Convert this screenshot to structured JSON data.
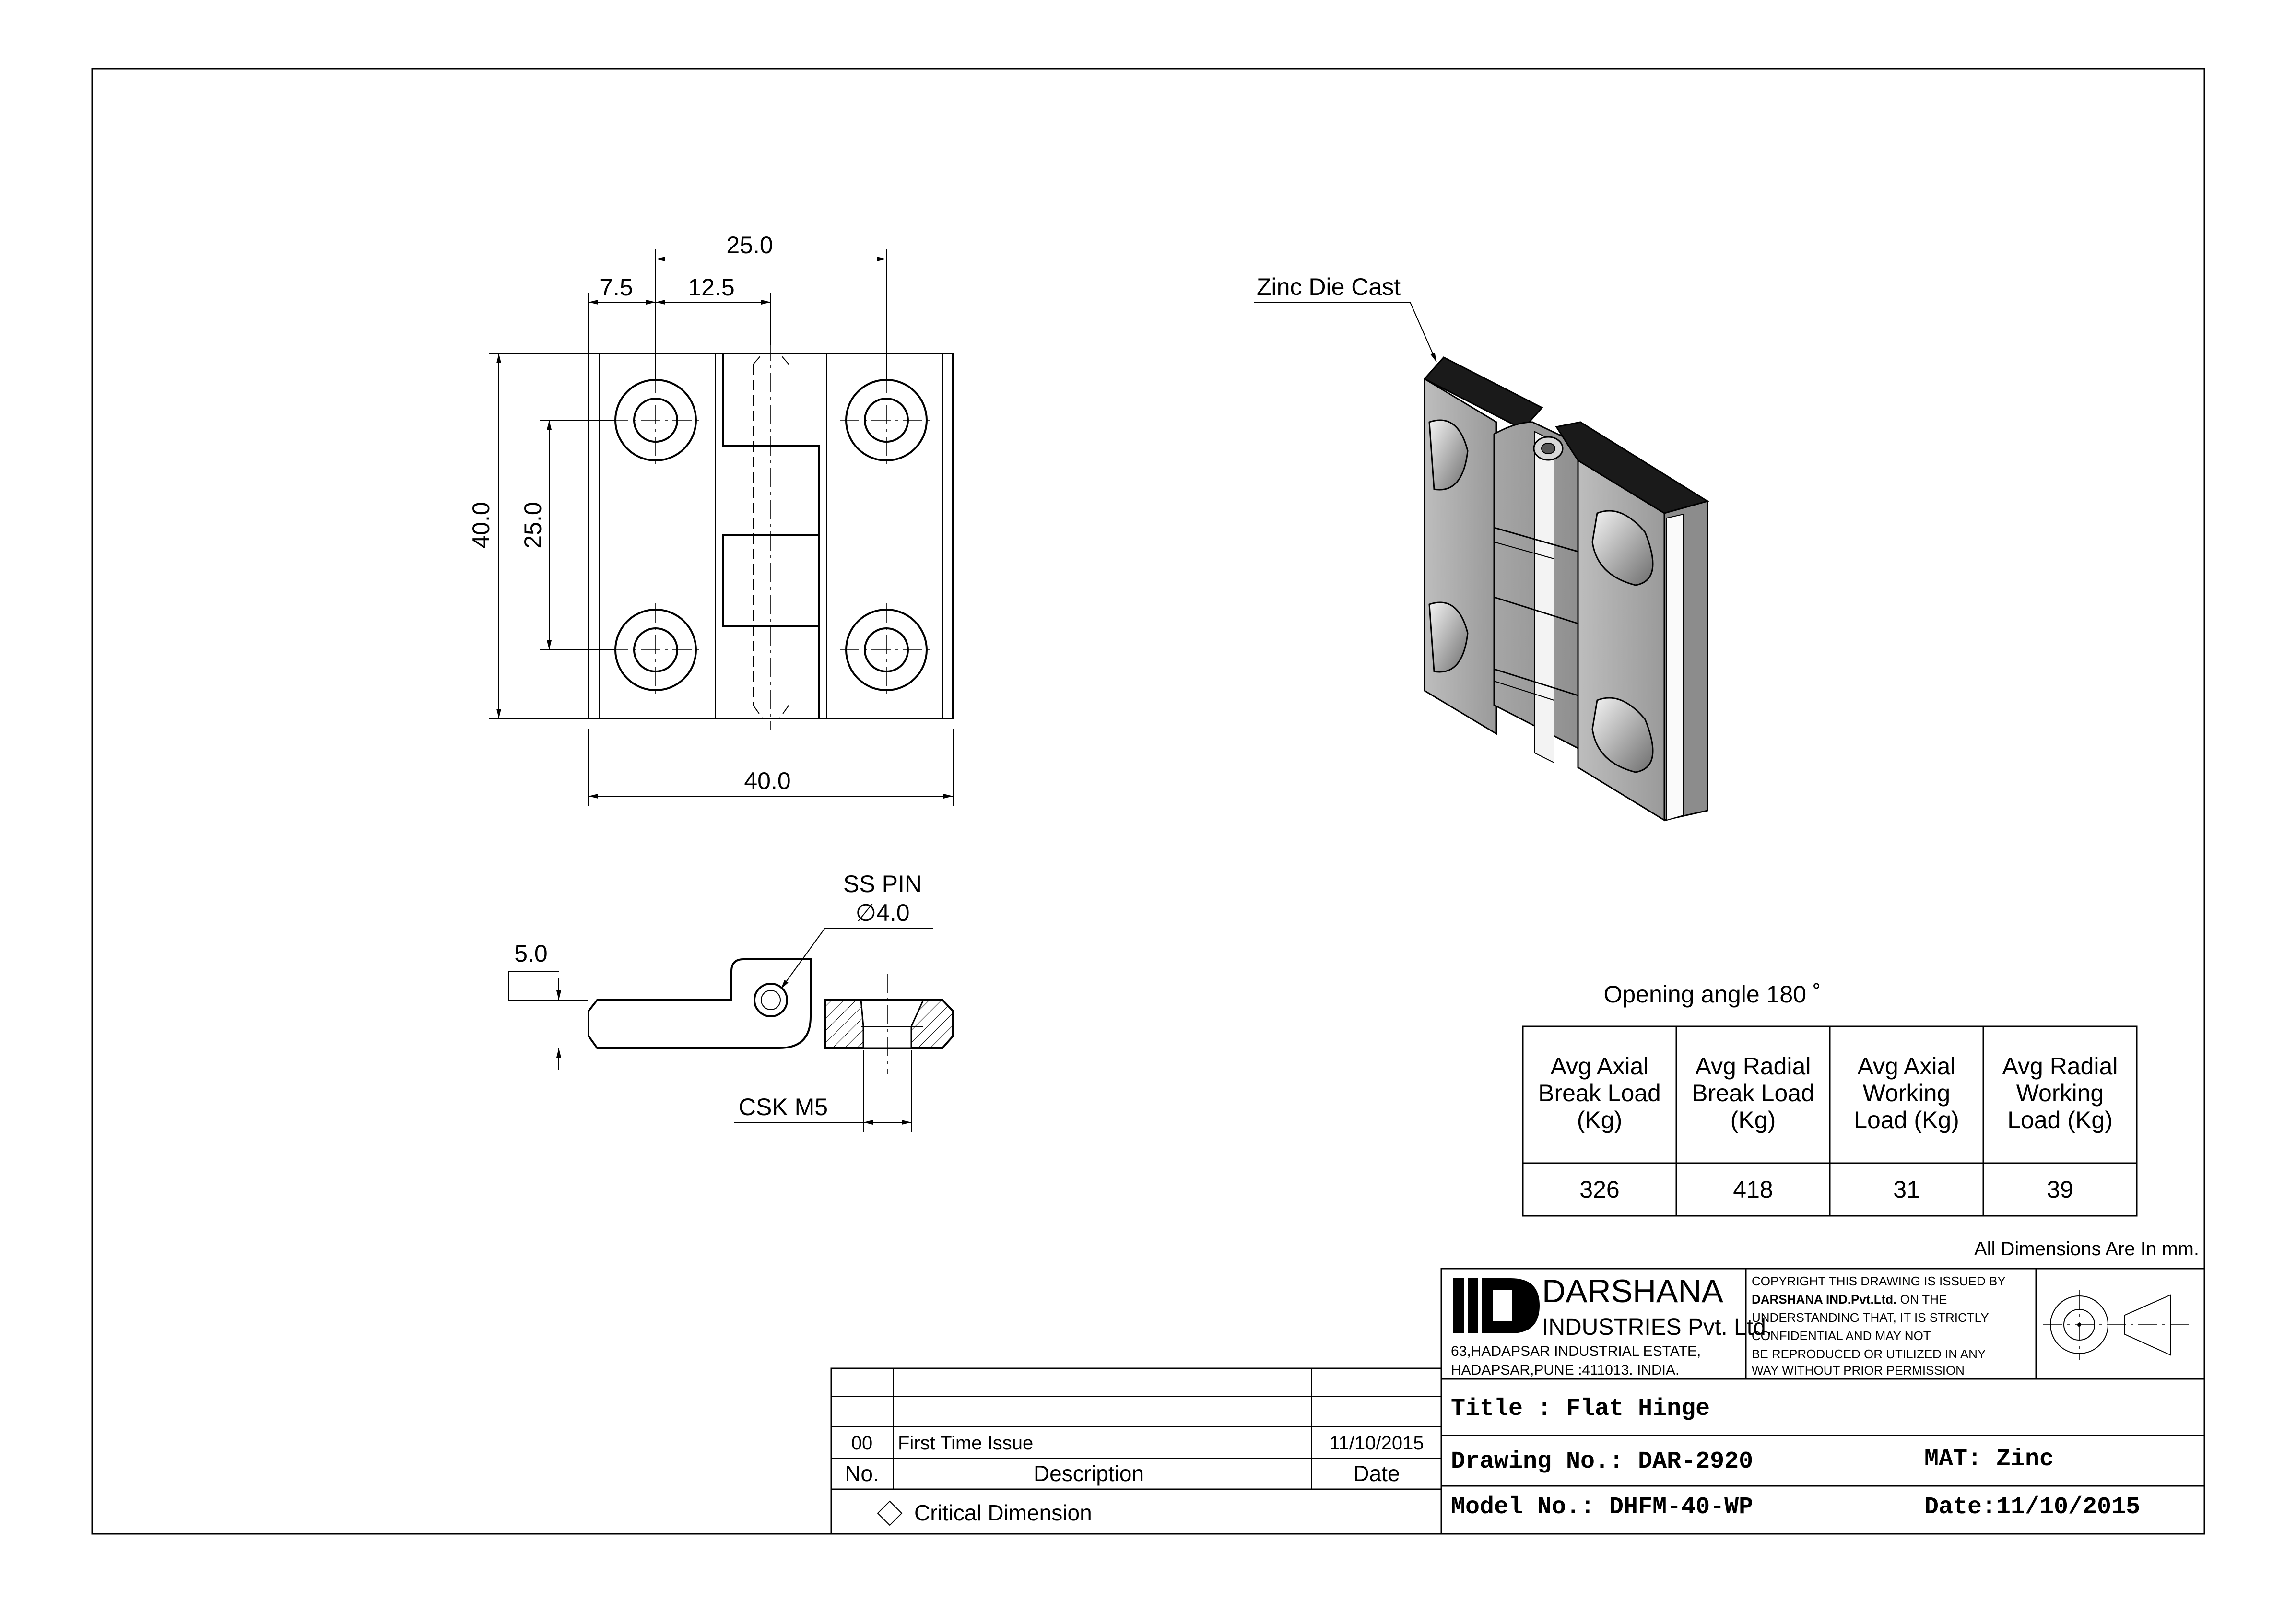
{
  "front_view": {
    "dim_top": "25.0",
    "dim_left_offset": "7.5",
    "dim_pitch": "12.5",
    "dim_height": "40.0",
    "dim_hole_spacing": "25.0",
    "dim_width": "40.0"
  },
  "side_view": {
    "pin_label": "SS PIN",
    "pin_dia": "∅4.0",
    "thickness": "5.0",
    "csk_label": "CSK M5"
  },
  "iso_view": {
    "material_callout": "Zinc Die Cast"
  },
  "load_table": {
    "caption": "Opening angle 180 ˚",
    "headers": [
      [
        "Avg Axial",
        "Break Load",
        "(Kg)"
      ],
      [
        "Avg Radial",
        "Break Load",
        "(Kg)"
      ],
      [
        "Avg Axial",
        "Working",
        "Load (Kg)"
      ],
      [
        "Avg Radial",
        "Working",
        "Load (Kg)"
      ]
    ],
    "values": [
      "326",
      "418",
      "31",
      "39"
    ]
  },
  "units_note": "All Dimensions Are In mm.",
  "company": {
    "name": "DARSHANA",
    "subname": "INDUSTRIES Pvt. Ltd.",
    "address_line1": "63,HADAPSAR INDUSTRIAL ESTATE,",
    "address_line2": "HADAPSAR,PUNE :411013. INDIA."
  },
  "copyright": {
    "line1": "COPYRIGHT THIS DRAWING IS ISSUED BY",
    "line2_bold": "DARSHANA IND.Pvt.Ltd.",
    "line2_rest": " ON THE",
    "line3": "UNDERSTANDING THAT, IT IS STRICTLY",
    "line4": "CONFIDENTIAL AND MAY NOT",
    "line5": "BE REPRODUCED OR UTILIZED IN ANY",
    "line6": "WAY WITHOUT PRIOR PERMISSION"
  },
  "title_block": {
    "title": "Title : Flat Hinge",
    "drawing_no": "Drawing No.: DAR-2920",
    "material": "MAT: Zinc",
    "model_no": "Model No.: DHFM-40-WP",
    "date": "Date:11/10/2015"
  },
  "revision_table": {
    "rows": [
      {
        "no": "00",
        "description": "First Time Issue",
        "date": "11/10/2015"
      }
    ],
    "header_no": "No.",
    "header_description": "Description",
    "header_date": "Date",
    "legend": "Critical Dimension"
  }
}
